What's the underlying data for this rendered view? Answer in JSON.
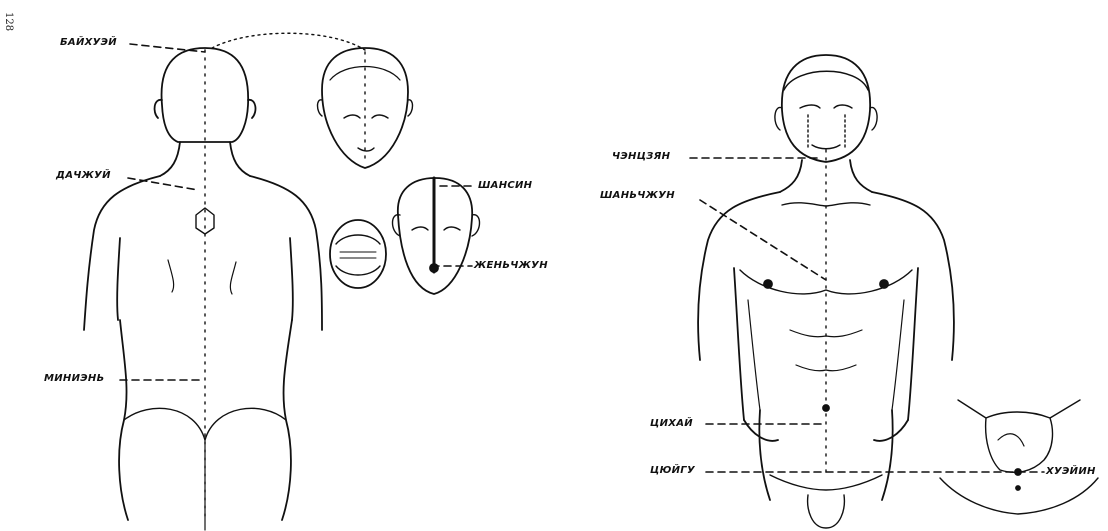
{
  "page_number": "128",
  "labels": {
    "baihuei": "БАЙХУЭЙ",
    "dachzhui": "ДАЧЖУЙ",
    "shansin": "ШАНСИН",
    "zhenchzhun": "ЖЕНЬЧЖУН",
    "minnien": "МИНИЭНЬ",
    "cheenczyan": "ЧЭНЦЗЯН",
    "shanchzhun": "ШАНЬЧЖУН",
    "cihai": "ЦИХАЙ",
    "cyuigu": "ЦЮЙГУ",
    "huein": "ХУЭЙИН"
  }
}
